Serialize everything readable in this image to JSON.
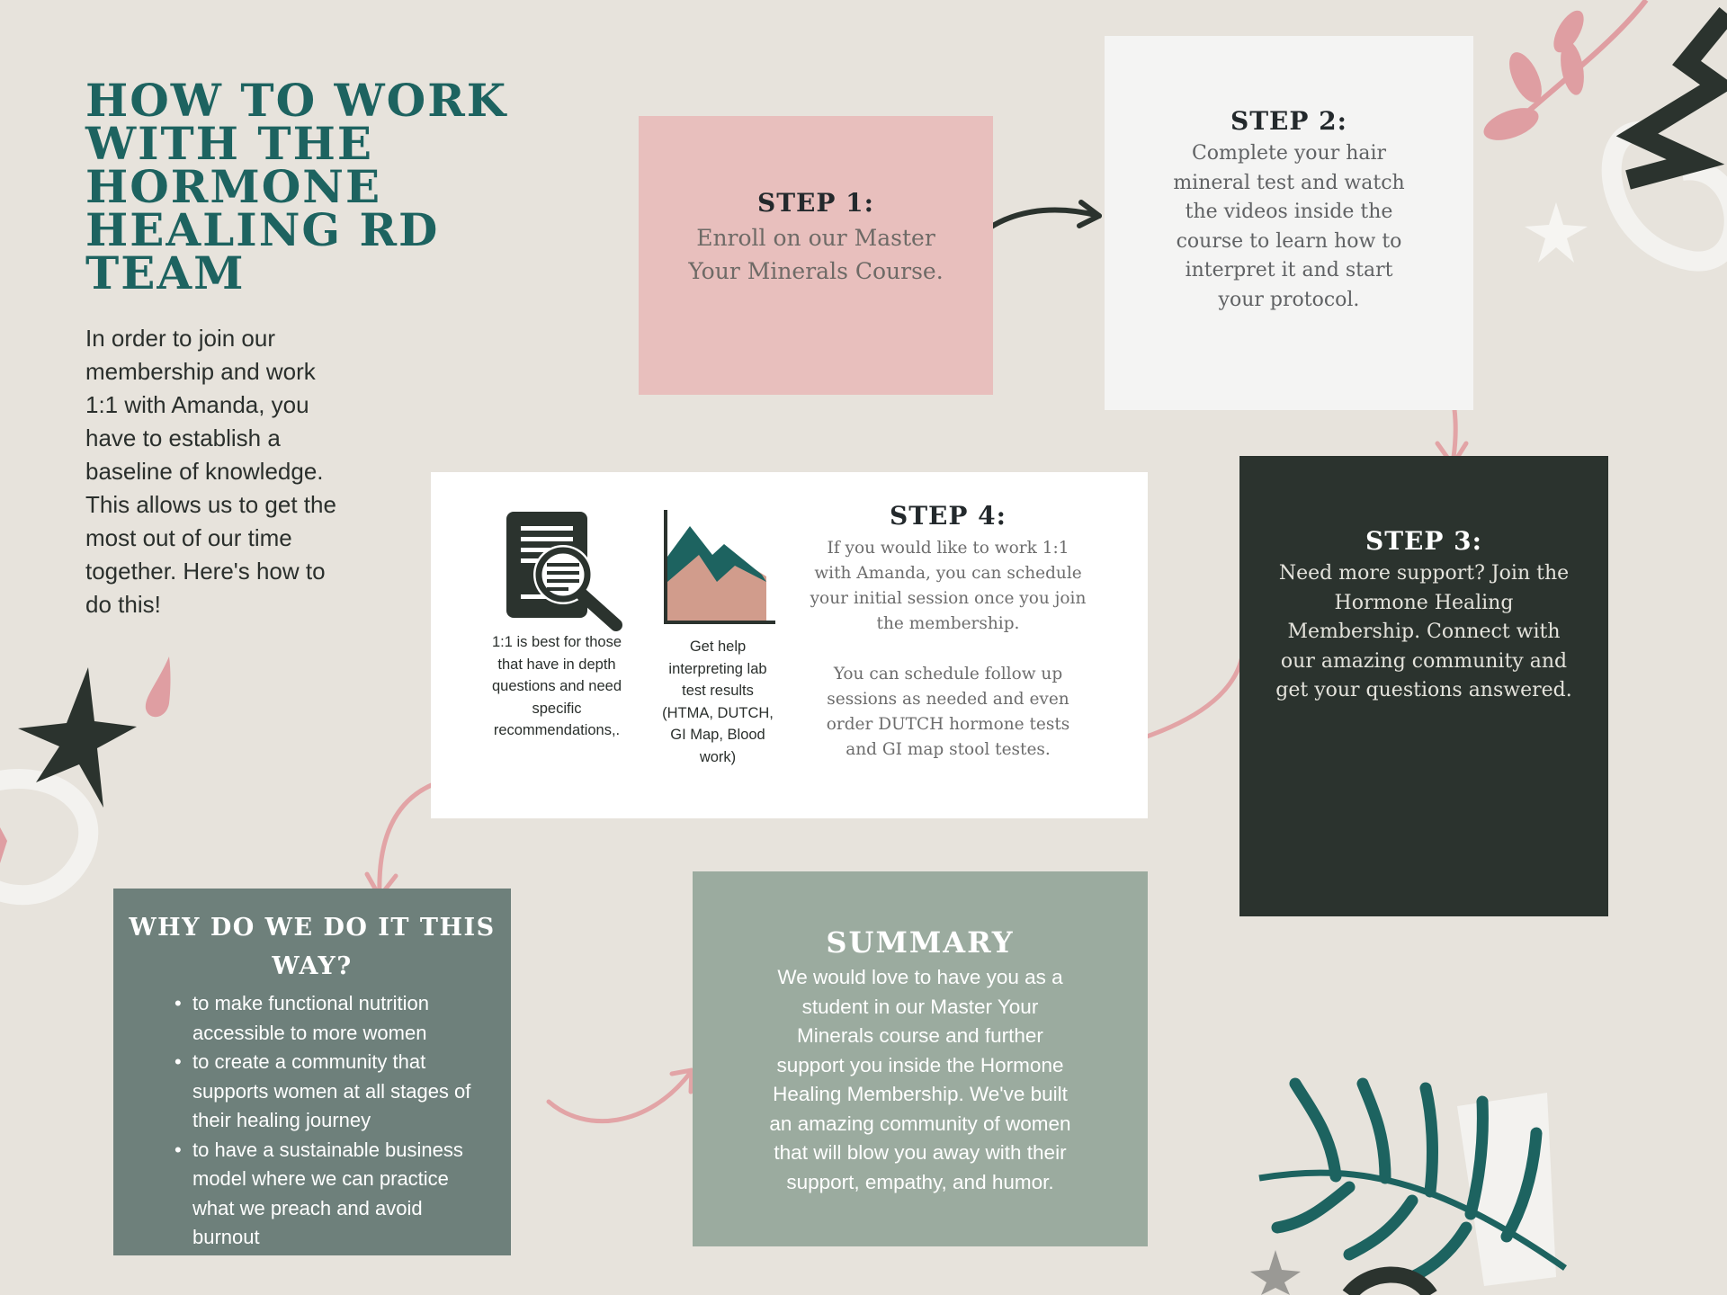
{
  "title": "HOW TO WORK WITH THE HORMONE HEALING RD TEAM",
  "intro": "In order to join our membership and work 1:1 with Amanda, you have to establish a baseline of knowledge. This allows us to get the most out of our time together. Here's how to do this!",
  "steps": {
    "step1": {
      "title": "STEP 1:",
      "body": "Enroll on our Master Your Minerals Course."
    },
    "step2": {
      "title": "STEP 2:",
      "body": "Complete your hair mineral test and watch the videos inside the course to learn how to interpret it and start your protocol."
    },
    "step3": {
      "title": "STEP 3:",
      "body": "Need more support? Join the Hormone Healing Membership. Connect with our amazing community and get your questions answered."
    },
    "step4": {
      "title": "STEP 4:",
      "body1": "If you would like to work 1:1 with Amanda, you can schedule your initial session once you join the membership.",
      "body2": "You can schedule follow up sessions as needed and even order DUTCH hormone tests and GI map stool testes.",
      "icon1_caption": "1:1 is best for those that have in depth questions and need specific recommendations,.",
      "icon2_caption": "Get help interpreting lab test results (HTMA, DUTCH, GI Map, Blood work)"
    }
  },
  "why": {
    "title": "WHY DO WE DO IT THIS WAY?",
    "items": [
      "to make functional nutrition accessible to more women",
      "to create a community that supports women at all stages of their healing journey",
      "to have a sustainable business model where we can practice what we preach and avoid burnout"
    ]
  },
  "summary": {
    "title": "SUMMARY",
    "body": "We would love to have you as a student in our Master Your Minerals course and further support you inside the Hormone Healing Membership. We've built an amazing community of women that will blow you away with their support, empathy, and humor."
  },
  "colors": {
    "background": "#e7e3dc",
    "teal": "#1d6360",
    "pink": "#e8bfbd",
    "dark": "#2b332e",
    "sage": "#9bab9f",
    "slate": "#6e807b",
    "arrow_pink": "#e2a4a6"
  },
  "icons": [
    "document-search-icon",
    "area-chart-icon"
  ]
}
